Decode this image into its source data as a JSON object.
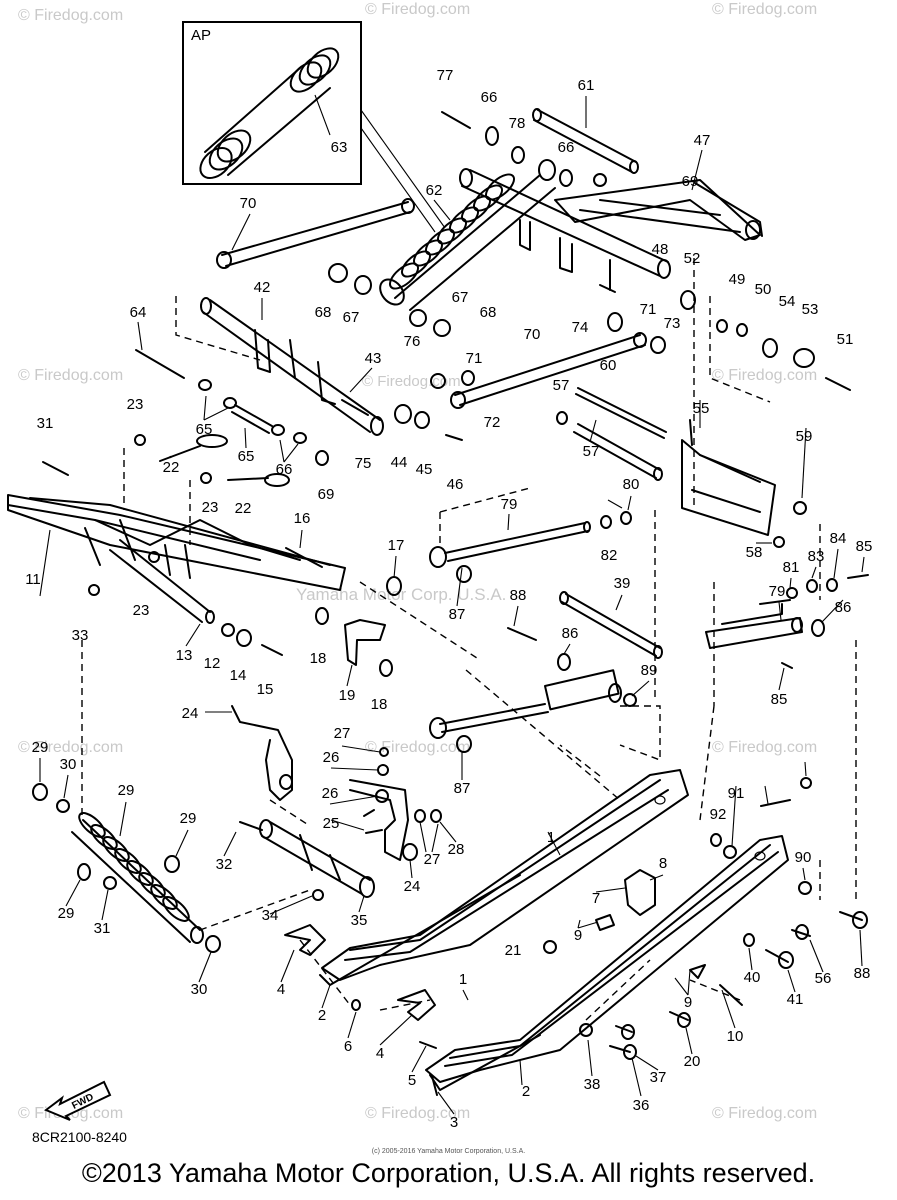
{
  "watermark": "© Firedog.com",
  "inset_label": "AP",
  "fwd_label": "FWD",
  "diagram_code": "8CR2100-8240",
  "tiny_copyright": "(c) 2005-2016 Yamaha Motor Corporation, U.S.A.",
  "watermark_center": "Yamaha Motor Corp. U.S.A.",
  "copyright": "©2013 Yamaha Motor Corporation, U.S.A. All rights reserved.",
  "callouts": [
    "1",
    "1",
    "2",
    "2",
    "3",
    "4",
    "4",
    "5",
    "6",
    "7",
    "8",
    "9",
    "9",
    "10",
    "11",
    "12",
    "13",
    "14",
    "15",
    "16",
    "17",
    "18",
    "18",
    "19",
    "20",
    "21",
    "22",
    "22",
    "23",
    "23",
    "23",
    "24",
    "24",
    "25",
    "26",
    "26",
    "27",
    "27",
    "28",
    "29",
    "29",
    "29",
    "29",
    "30",
    "30",
    "31",
    "31",
    "32",
    "33",
    "34",
    "35",
    "36",
    "37",
    "38",
    "39",
    "40",
    "41",
    "42",
    "43",
    "44",
    "45",
    "46",
    "47",
    "48",
    "49",
    "50",
    "51",
    "52",
    "53",
    "54",
    "55",
    "56",
    "57",
    "57",
    "58",
    "59",
    "60",
    "61",
    "62",
    "63",
    "64",
    "65",
    "65",
    "66",
    "66",
    "66",
    "67",
    "67",
    "68",
    "68",
    "69",
    "69",
    "70",
    "70",
    "71",
    "71",
    "72",
    "73",
    "74",
    "75",
    "76",
    "77",
    "78",
    "79",
    "79",
    "80",
    "81",
    "82",
    "83",
    "84",
    "85",
    "85",
    "86",
    "86",
    "87",
    "87",
    "88",
    "88",
    "89",
    "90",
    "91",
    "92"
  ]
}
